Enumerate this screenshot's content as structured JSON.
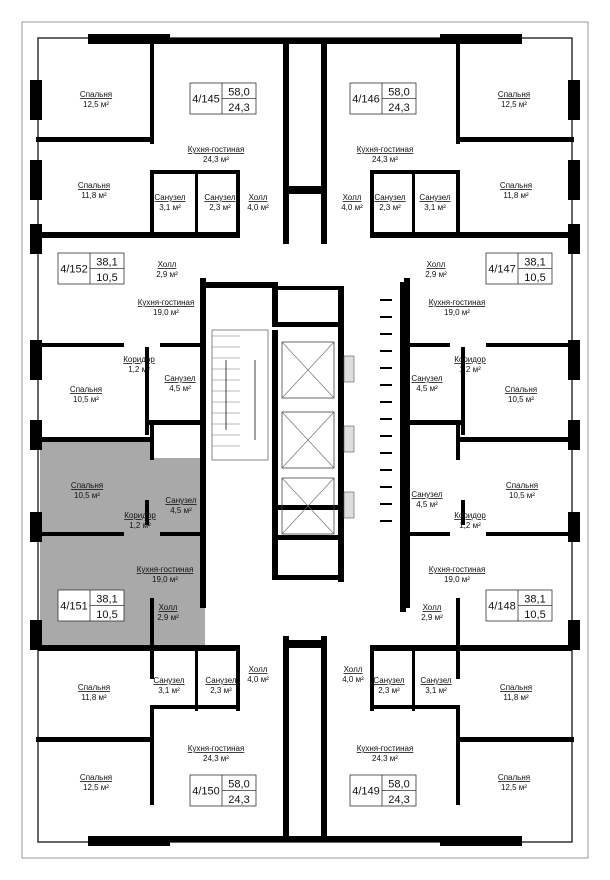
{
  "colors": {
    "wall": "#000000",
    "highlight": "#a9a9a9",
    "background": "#ffffff"
  },
  "highlighted_unit": "4/151",
  "area_unit": "м²",
  "units": [
    {
      "id": "4/145",
      "total": "58,0",
      "living": "24,3",
      "rooms": [
        {
          "name": "Спальня",
          "area": "12,5 м²"
        },
        {
          "name": "Спальня",
          "area": "11,8 м²"
        },
        {
          "name": "Кухня-гостиная",
          "area": "24,3 м²"
        },
        {
          "name": "Санузел",
          "area": "3,1 м²"
        },
        {
          "name": "Санузел",
          "area": "2,3 м²"
        },
        {
          "name": "Холл",
          "area": "4,0 м²"
        }
      ]
    },
    {
      "id": "4/146",
      "total": "58,0",
      "living": "24,3",
      "rooms": [
        {
          "name": "Спальня",
          "area": "12,5 м²"
        },
        {
          "name": "Спальня",
          "area": "11,8 м²"
        },
        {
          "name": "Кухня-гостиная",
          "area": "24,3 м²"
        },
        {
          "name": "Холл",
          "area": "4,0 м²"
        },
        {
          "name": "Санузел",
          "area": "2,3 м²"
        },
        {
          "name": "Санузел",
          "area": "3,1 м²"
        }
      ]
    },
    {
      "id": "4/152",
      "total": "38,1",
      "living": "10,5",
      "rooms": [
        {
          "name": "Холл",
          "area": "2,9 м²"
        },
        {
          "name": "Кухня-гостиная",
          "area": "19,0 м²"
        },
        {
          "name": "Коридор",
          "area": "1,2 м²"
        },
        {
          "name": "Санузел",
          "area": "4,5 м²"
        },
        {
          "name": "Спальня",
          "area": "10,5 м²"
        }
      ]
    },
    {
      "id": "4/147",
      "total": "38,1",
      "living": "10,5",
      "rooms": [
        {
          "name": "Холл",
          "area": "2,9 м²"
        },
        {
          "name": "Кухня-гостиная",
          "area": "19,0 м²"
        },
        {
          "name": "Коридор",
          "area": "1,2 м²"
        },
        {
          "name": "Санузел",
          "area": "4,5 м²"
        },
        {
          "name": "Спальня",
          "area": "10,5 м²"
        }
      ]
    },
    {
      "id": "4/151",
      "total": "38,1",
      "living": "10,5",
      "rooms": [
        {
          "name": "Спальня",
          "area": "10,5 м²"
        },
        {
          "name": "Санузел",
          "area": "4,5 м²"
        },
        {
          "name": "Коридор",
          "area": "1,2 м²"
        },
        {
          "name": "Кухня-гостиная",
          "area": "19,0 м²"
        },
        {
          "name": "Холл",
          "area": "2,9 м²"
        }
      ]
    },
    {
      "id": "4/148",
      "total": "38,1",
      "living": "10,5",
      "rooms": [
        {
          "name": "Санузел",
          "area": "4,5 м²"
        },
        {
          "name": "Спальня",
          "area": "10,5 м²"
        },
        {
          "name": "Коридор",
          "area": "1,2 м²"
        },
        {
          "name": "Кухня-гостиная",
          "area": "19,0 м²"
        },
        {
          "name": "Холл",
          "area": "2,9 м²"
        }
      ]
    },
    {
      "id": "4/150",
      "total": "58,0",
      "living": "24,3",
      "rooms": [
        {
          "name": "Холл",
          "area": "4,0 м²"
        },
        {
          "name": "Санузел",
          "area": "3,1 м²"
        },
        {
          "name": "Санузел",
          "area": "2,3 м²"
        },
        {
          "name": "Спальня",
          "area": "11,8 м²"
        },
        {
          "name": "Кухня-гостиная",
          "area": "24,3 м²"
        },
        {
          "name": "Спальня",
          "area": "12,5 м²"
        }
      ]
    },
    {
      "id": "4/149",
      "total": "58,0",
      "living": "24,3",
      "rooms": [
        {
          "name": "Холл",
          "area": "4,0 м²"
        },
        {
          "name": "Санузел",
          "area": "2,3 м²"
        },
        {
          "name": "Санузел",
          "area": "3,1 м²"
        },
        {
          "name": "Спальня",
          "area": "11,8 м²"
        },
        {
          "name": "Кухня-гостиная",
          "area": "24,3 м²"
        },
        {
          "name": "Спальня",
          "area": "12,5 м²"
        }
      ]
    }
  ]
}
